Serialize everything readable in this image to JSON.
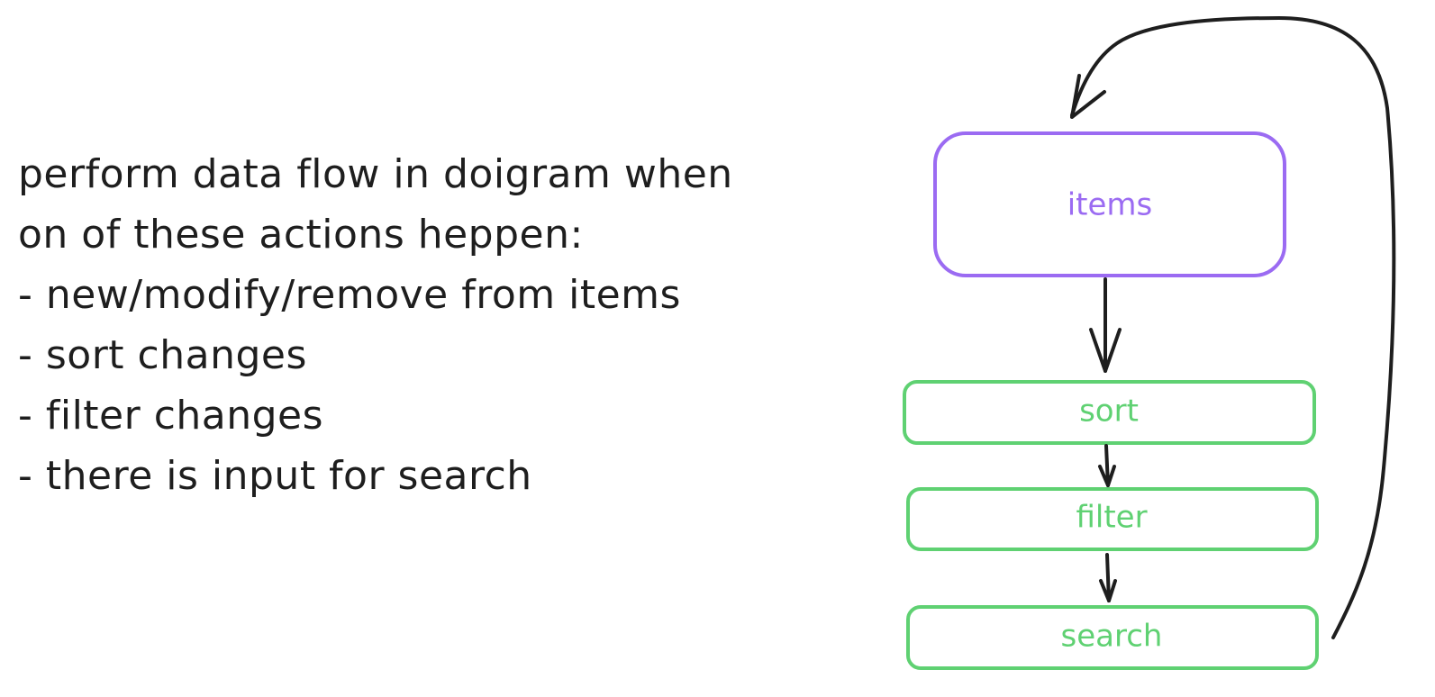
{
  "notes": [
    "perform data flow in doigram when",
    "on of these actions heppen:",
    "- new/modify/remove from items",
    "- sort changes",
    "- filter changes",
    "- there is input for search"
  ],
  "nodes": {
    "items": "items",
    "sort": "sort",
    "filter": "filter",
    "search": "search"
  },
  "colors": {
    "items": "#9b6bf2",
    "pipeline": "#5fd172",
    "arrow": "#1e1e1e",
    "text": "#1e1e1e"
  }
}
